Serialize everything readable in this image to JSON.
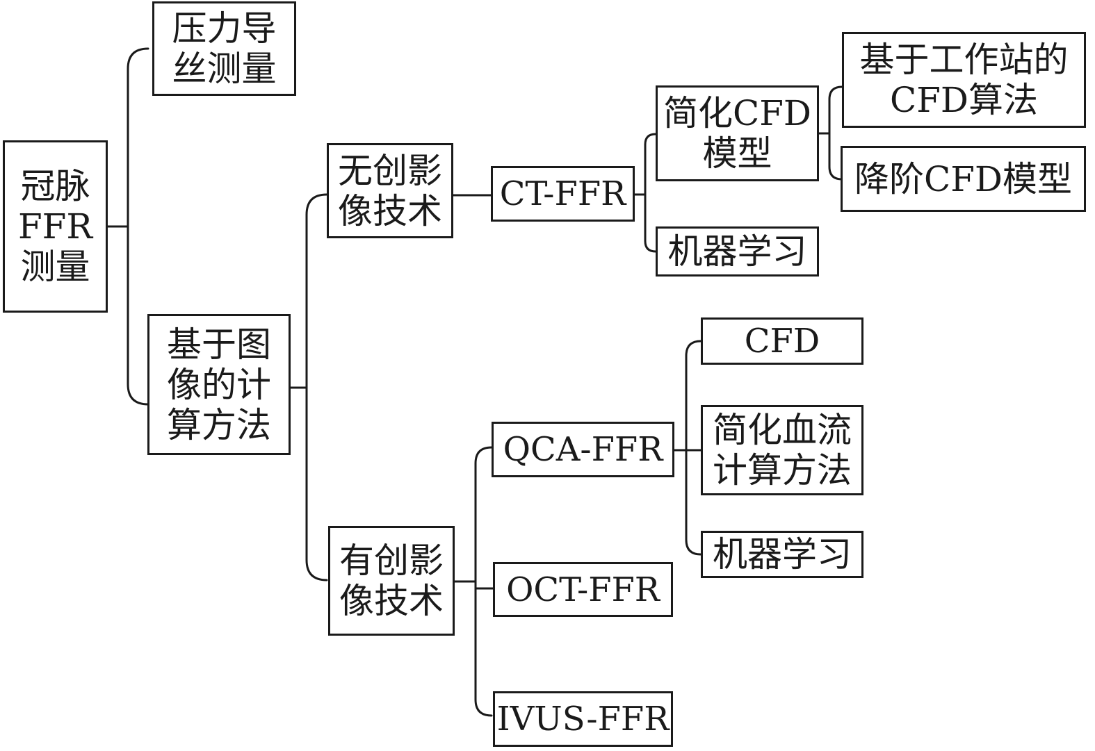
{
  "nodes": {
    "root": {
      "lines": [
        "冠脉",
        "FFR",
        "测量"
      ]
    },
    "pressure_wire": {
      "lines": [
        "压力导",
        "丝测量"
      ]
    },
    "image_based": {
      "lines": [
        "基于图",
        "像的计",
        "算方法"
      ]
    },
    "noninvasive": {
      "lines": [
        "无创影",
        "像技术"
      ]
    },
    "invasive": {
      "lines": [
        "有创影",
        "像技术"
      ]
    },
    "ct_ffr": {
      "lines": [
        "CT-FFR"
      ]
    },
    "simplified_cfd": {
      "lines": [
        "简化CFD",
        "模型"
      ]
    },
    "ml_ct": {
      "lines": [
        "机器学习"
      ]
    },
    "workstation_cfd": {
      "lines": [
        "基于工作站的",
        "CFD算法"
      ]
    },
    "reduced_order_cfd": {
      "lines": [
        "降阶CFD模型"
      ]
    },
    "qca_ffr": {
      "lines": [
        "QCA-FFR"
      ]
    },
    "oct_ffr": {
      "lines": [
        "OCT-FFR"
      ]
    },
    "ivus_ffr": {
      "lines": [
        "IVUS-FFR"
      ]
    },
    "cfd": {
      "lines": [
        "CFD"
      ]
    },
    "simplified_flow": {
      "lines": [
        "简化血流",
        "计算方法"
      ]
    },
    "ml_qca": {
      "lines": [
        "机器学习"
      ]
    }
  }
}
